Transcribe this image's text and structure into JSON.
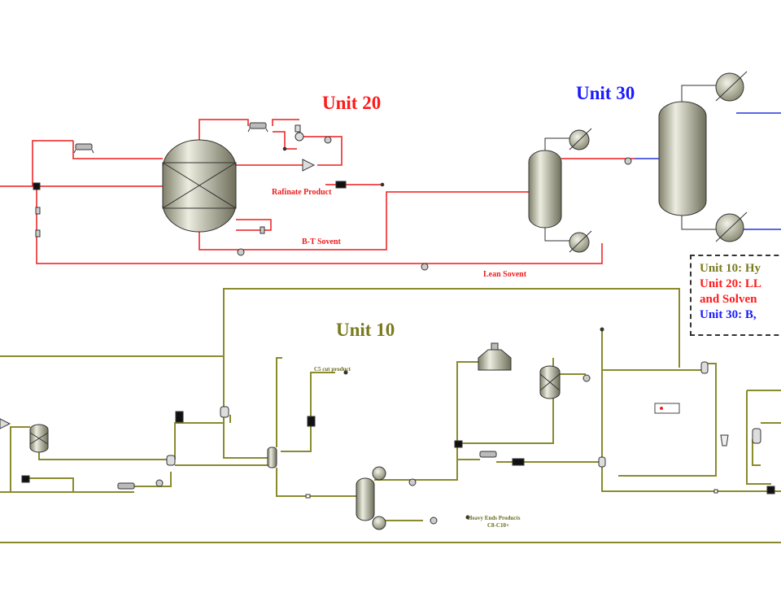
{
  "units": {
    "unit20": {
      "title": "Unit 20",
      "color": "#ff1a1a"
    },
    "unit30": {
      "title": "Unit 30",
      "color": "#1a1aff"
    },
    "unit10": {
      "title": "Unit 10",
      "color": "#7a7a1e"
    }
  },
  "streams": {
    "rafinate_product": "Rafinate Product",
    "bt_solvent": "B-T Sovent",
    "lean_solvent": "Lean Sovent",
    "c5_cut": "C5 cut product",
    "heavy_ends_1": "Heavy Ends Products",
    "heavy_ends_2": "C8-C10+"
  },
  "legend": {
    "line1": "Unit 10: Hy",
    "line2": "Unit 20: LL",
    "line3": "and Solven",
    "line4": "Unit 30: B,"
  },
  "colors": {
    "unit10_line": "#8a8a2e",
    "unit20_line": "#ee1c1c",
    "unit30_line": "#2233dd",
    "vessel_fill": "#c8c8b4"
  }
}
